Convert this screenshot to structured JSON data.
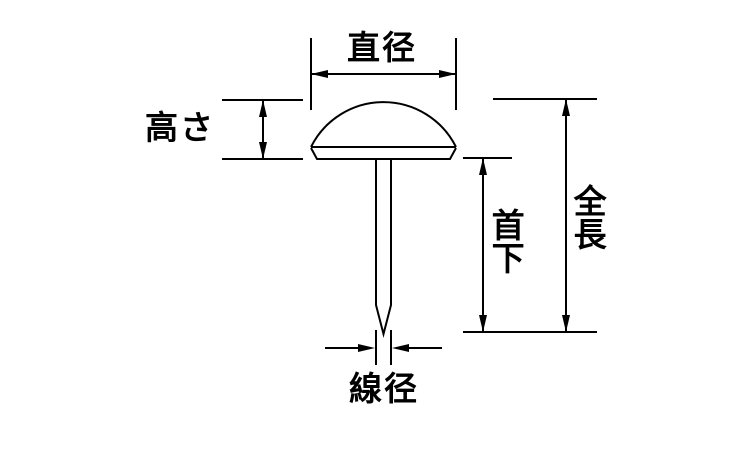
{
  "diagram": {
    "type": "technical-dimension-drawing",
    "subject": "dome-head-tack",
    "labels": {
      "diameter": "直径",
      "head_height": "高さ",
      "under_head_length": "首下",
      "total_length": "全長",
      "wire_diameter": "線径"
    },
    "colors": {
      "line": "#000000",
      "background": "#ffffff"
    }
  }
}
